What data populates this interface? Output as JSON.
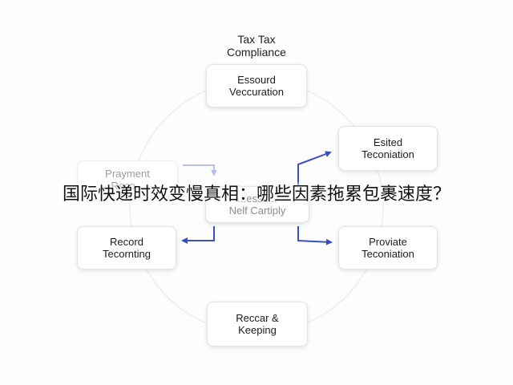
{
  "diagram": {
    "title_lines": [
      "Tax Tax",
      "Compliance"
    ],
    "nodes": {
      "top": [
        "Essourd",
        "Veccuration"
      ],
      "upper_right": [
        "Esited",
        "Teconiation"
      ],
      "left_faded": [
        "Prayment",
        "Reco..."
      ],
      "center": [
        "...essa...",
        "Nelf Cartiply"
      ],
      "left": [
        "Record",
        "Tecornting"
      ],
      "right": [
        "Proviate",
        "Teconiation"
      ],
      "bottom": [
        "Reccar &",
        "Keeping"
      ]
    },
    "colors": {
      "arrow": "#3a4fc1",
      "arrow_faded": "#b8c0ea",
      "ring": "#ececec"
    }
  },
  "overlay": {
    "caption": "国际快递时效变慢真相：哪些因素拖累包裹速度？"
  }
}
